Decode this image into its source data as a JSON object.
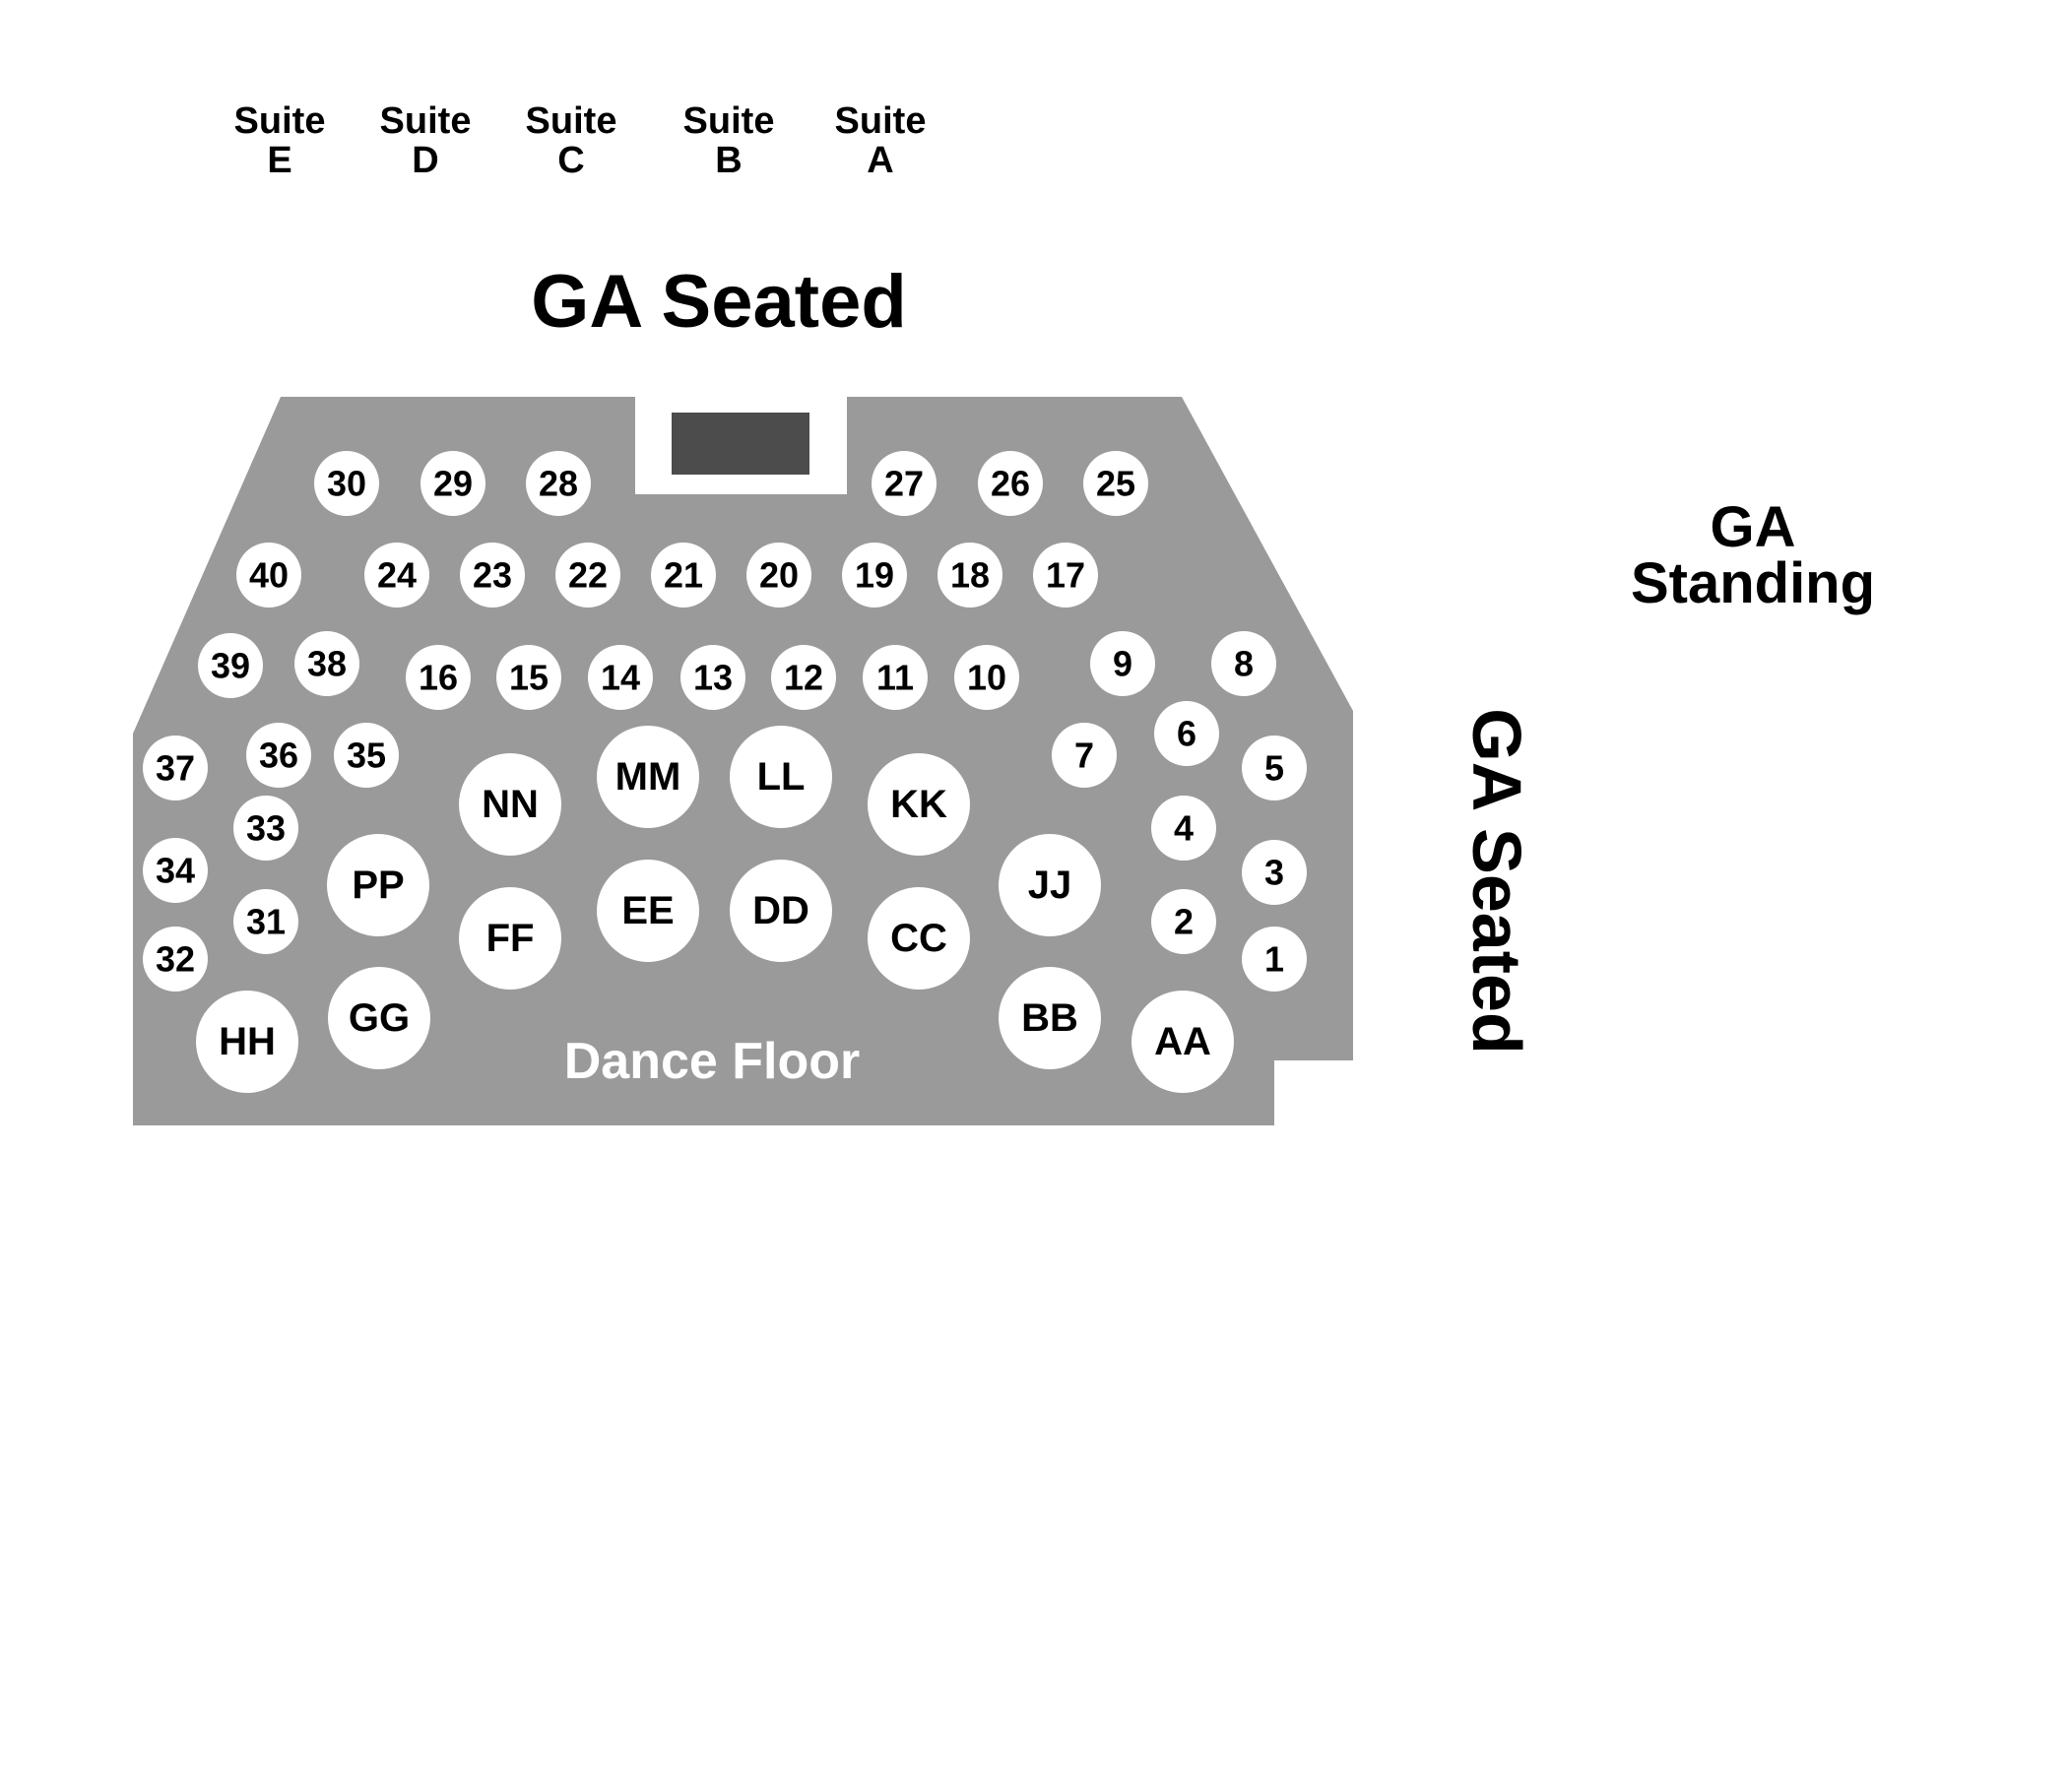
{
  "colors": {
    "floor": "#9a9a9a",
    "stage": "#4c4c4c",
    "table_fill": "#ffffff",
    "label_dark": "#000000",
    "label_light": "#ffffff"
  },
  "suites": [
    {
      "line1": "Suite",
      "line2": "E"
    },
    {
      "line1": "Suite",
      "line2": "D"
    },
    {
      "line1": "Suite",
      "line2": "C"
    },
    {
      "line1": "Suite",
      "line2": "B"
    },
    {
      "line1": "Suite",
      "line2": "A"
    }
  ],
  "areas": {
    "ga_seated_top": "GA Seated",
    "ga_seated_side": "GA Seated",
    "ga_standing_line1": "GA",
    "ga_standing_line2": "Standing",
    "dance_floor": "Dance Floor"
  },
  "tables": {
    "small": [
      "30",
      "29",
      "28",
      "27",
      "26",
      "25",
      "40",
      "24",
      "23",
      "22",
      "21",
      "20",
      "19",
      "18",
      "17",
      "39",
      "38",
      "16",
      "15",
      "14",
      "13",
      "12",
      "11",
      "10",
      "9",
      "8",
      "37",
      "36",
      "35",
      "7",
      "6",
      "5",
      "33",
      "4",
      "34",
      "3",
      "2",
      "31",
      "32",
      "1"
    ],
    "large": [
      "NN",
      "MM",
      "LL",
      "KK",
      "PP",
      "JJ",
      "FF",
      "EE",
      "DD",
      "CC",
      "HH",
      "GG",
      "BB",
      "AA"
    ]
  }
}
